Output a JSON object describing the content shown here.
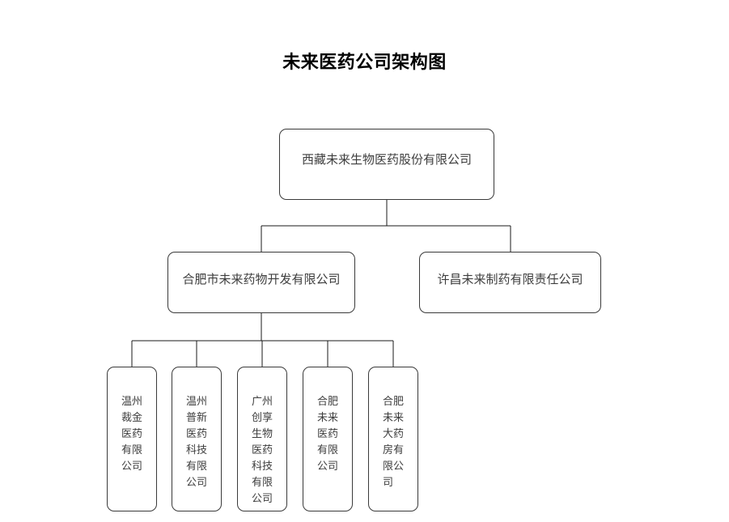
{
  "title": "未来医药公司架构图",
  "colors": {
    "background": "#ffffff",
    "box_border": "#3a3a3a",
    "box_fill": "#ffffff",
    "connector": "#1a1a1a",
    "title_text": "#000000",
    "node_text": "#3d3d3d"
  },
  "org_chart": {
    "type": "tree",
    "levels": 3,
    "root": {
      "label": "西藏未来生物医药股份有限公司"
    },
    "level1": [
      {
        "label": "合肥市未来药物开发有限公司"
      },
      {
        "label": "许昌未来制药有限责任公司"
      }
    ],
    "level2_parent": "合肥市未来药物开发有限公司",
    "level2": [
      {
        "label": "温州裁金医药有限公司",
        "col_right": [
          "温",
          "裁",
          "医",
          "有",
          "公"
        ],
        "col_left": [
          "州",
          "金",
          "药",
          "限",
          "司"
        ]
      },
      {
        "label": "温州普新医药科技有限公司",
        "col_right": [
          "温",
          "普",
          "医",
          "科",
          "有",
          "公"
        ],
        "col_left": [
          "州",
          "新",
          "药",
          "技",
          "限",
          "司"
        ]
      },
      {
        "label": "广州创享生物医药科技有限公司",
        "col_right": [
          "广",
          "创",
          "生",
          "医",
          "科",
          "有",
          "公"
        ],
        "col_left": [
          "州",
          "享",
          "物",
          "药",
          "技",
          "限",
          "司"
        ]
      },
      {
        "label": "合肥未来医药有限公司",
        "col_right": [
          "合",
          "未",
          "医",
          "有",
          "公"
        ],
        "col_left": [
          "肥",
          "来",
          "药",
          "限",
          "司"
        ]
      },
      {
        "label": "合肥未来大药房有限公司",
        "col_right": [
          "合",
          "未",
          "大",
          "房",
          "限",
          "司"
        ],
        "col_left": [
          "肥",
          "来",
          "药",
          "有",
          "公"
        ]
      }
    ]
  }
}
